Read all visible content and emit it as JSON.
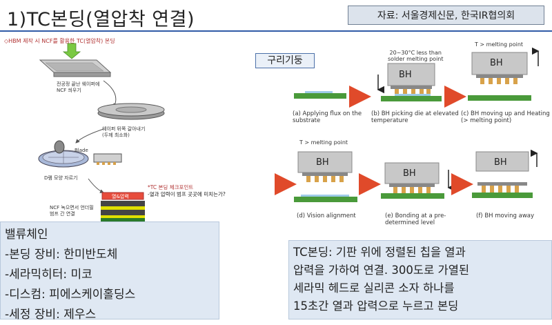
{
  "header": {
    "title": "1)TC본딩(열압착 연결)",
    "source": "자료: 서울경제신문, 한국IR협의회"
  },
  "left_figure": {
    "heading": "◇HBM 제작 시 NCF를 활용한 TC(열압착) 본딩",
    "step1": "전공정 끝난 웨이퍼에\nNCF 씌우기",
    "step2": "웨이퍼 뒤쪽 갈아내기\n(두께 최소화)",
    "blade": "Blade",
    "step3": "D램 모양 자르기",
    "step4": "NCF 녹으면서 언더필\n범프 간 연결",
    "heat_label": "열&압력",
    "checkpoint_title": "*TC 본딩 체크포인트",
    "checkpoint_text": "-열과 압력이 범프 곳곳에 미치는가?"
  },
  "right_figure": {
    "callout": "구리기둥",
    "bh": "BH",
    "temp_note": "20~30°C less than\nsolder melting point",
    "tmelt1": "T > melting point",
    "tmelt2": "T > melting point",
    "cap_a": "(a) Applying flux on the\nsubstrate",
    "cap_b": "(b) BH picking die at elevated\ntemperature",
    "cap_c": "(c) BH moving up and Heating\n(> melting point)",
    "cap_d": "(d) Vision alignment",
    "cap_e": "(e) Bonding at a pre-\ndetermined level",
    "cap_f": "(f) BH moving away"
  },
  "value_chain": {
    "lines": [
      "밸류체인",
      "-본딩 장비: 한미반도체",
      "-세라믹히터: 미코",
      "-디스컴: 피에스케이홀딩스",
      "-세정 장비: 제우스"
    ]
  },
  "description": {
    "lines": [
      "TC본딩: 기판 위에 정렬된 칩을 열과",
      "압력을 가하여 연결. 300도로 가열된",
      "세라믹 헤드로 실리콘 소자 하나를",
      "15초간 열과 압력으로 누르고 본딩"
    ]
  },
  "colors": {
    "rule": "#2f5aa6",
    "box_bg": "#dfe8f3",
    "substrate": "#4a9a3a",
    "bh_gray": "#c8c8c8",
    "bump": "#d8a24a",
    "arrow_red": "#e04a2a",
    "highlight_red": "#b03030"
  }
}
